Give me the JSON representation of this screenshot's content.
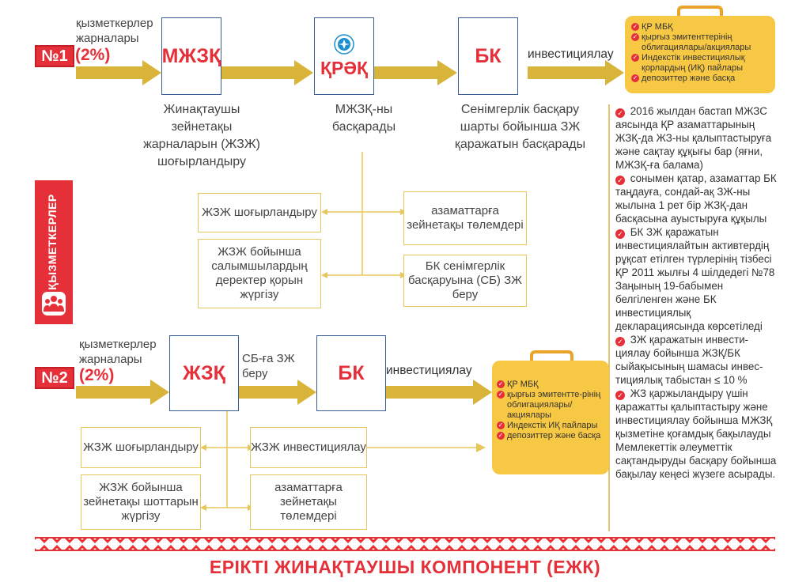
{
  "scheme1": {
    "number": "№1",
    "contrib_label": "қызметкерлер жарналары",
    "contrib_pct": "(2%)",
    "box1": "МЖЗҚ",
    "box2": "ҚРӘҚ",
    "box3": "БК",
    "invest_label": "инвестициялау",
    "caption1": "Жинақтаушы зейнетақы жарналарын (ЖЗЖ) шоғырландыру",
    "caption2": "МЖЗҚ-ны басқарады",
    "caption3": "Сенімгерлік басқару шарты бойынша ЗЖ қаражатын басқарады",
    "side_boxes": [
      "ЖЗЖ шоғырландыру",
      "азаматтарға зейнетақы төлемдері",
      "ЖЗЖ бойынша салымшылардың деректер қорын жүргізу",
      "БК сенімгерлік басқаруына (СБ) ЗЖ беру"
    ],
    "bag_items": [
      "ҚР МБҚ",
      "қырғыз эмитенттерінің облигациялары/акциялары",
      "Индекстік инвестициялық қорлардың (ИҚ) пайлары",
      "депозиттер және басқа"
    ]
  },
  "side_banner": "ҚЫЗМЕТКЕРЛЕР",
  "scheme2": {
    "number": "№2",
    "contrib_label": "қызметкерлер жарналары",
    "contrib_pct": "(2%)",
    "box1": "ЖЗҚ",
    "transfer_label": "СБ-ға ЗЖ беру",
    "box2": "БК",
    "invest_label": "инвестициялау",
    "side_boxes": [
      "ЖЗЖ шоғырландыру",
      "ЖЗЖ инвестициялау",
      "ЖЗЖ бойынша зейнетақы шоттарын жүргізу",
      "азаматтарға зейнетақы төлемдері"
    ],
    "bag_items": [
      "ҚР МБҚ",
      "қырғыз эмитентте-рінің облигациялары/ акциялары",
      "Индекстік ИҚ пайлары",
      "депозиттер және басқа"
    ]
  },
  "notes": [
    "2016 жылдан бастап МЖЗС аясында ҚР азаматтарының ЖЗҚ-да ЖЗ-ны қалыптастыруға және сақтау құқығы бар (яғни, МЖЗҚ-ға балама)",
    "сонымен қатар, азаматтар БК таңдауға, сондай-ақ ЗЖ-ны жылына 1 рет бір ЖЗҚ-дан басқасына ауыстыруға құқылы",
    "БК ЗЖ қаражатын инвестициялайтын активтердің рұқсат етілген түрлерінің тізбесі ҚР 2011 жылғы 4 шілдедегі №78 Заңының 19-бабымен белгіленген және БК инвестициялық декларациясында көрсетіледі",
    "ЗЖ қаражатын инвести-циялау бойынша ЖЗҚ/БК сыйақысының шамасы инвес-тициялық табыстан ≤ 10 %",
    "ЖЗ қаржыландыру үшін қаражатты қалыптастыру және инвестициялау бойынша МЖЗҚ қызметіне қоғамдық бақылауды Мемлекеттік әлеуметтік сақтандыруды басқару бойынша бақылау кеңесі жүзеге асырады."
  ],
  "footer_title": "ЕРІКТІ ЖИНАҚТАУШЫ КОМПОНЕНТ (ЕЖК)",
  "colors": {
    "red": "#e5303a",
    "gold": "#d9b43a",
    "bag": "#f7c843",
    "blue": "#3a5f98"
  }
}
